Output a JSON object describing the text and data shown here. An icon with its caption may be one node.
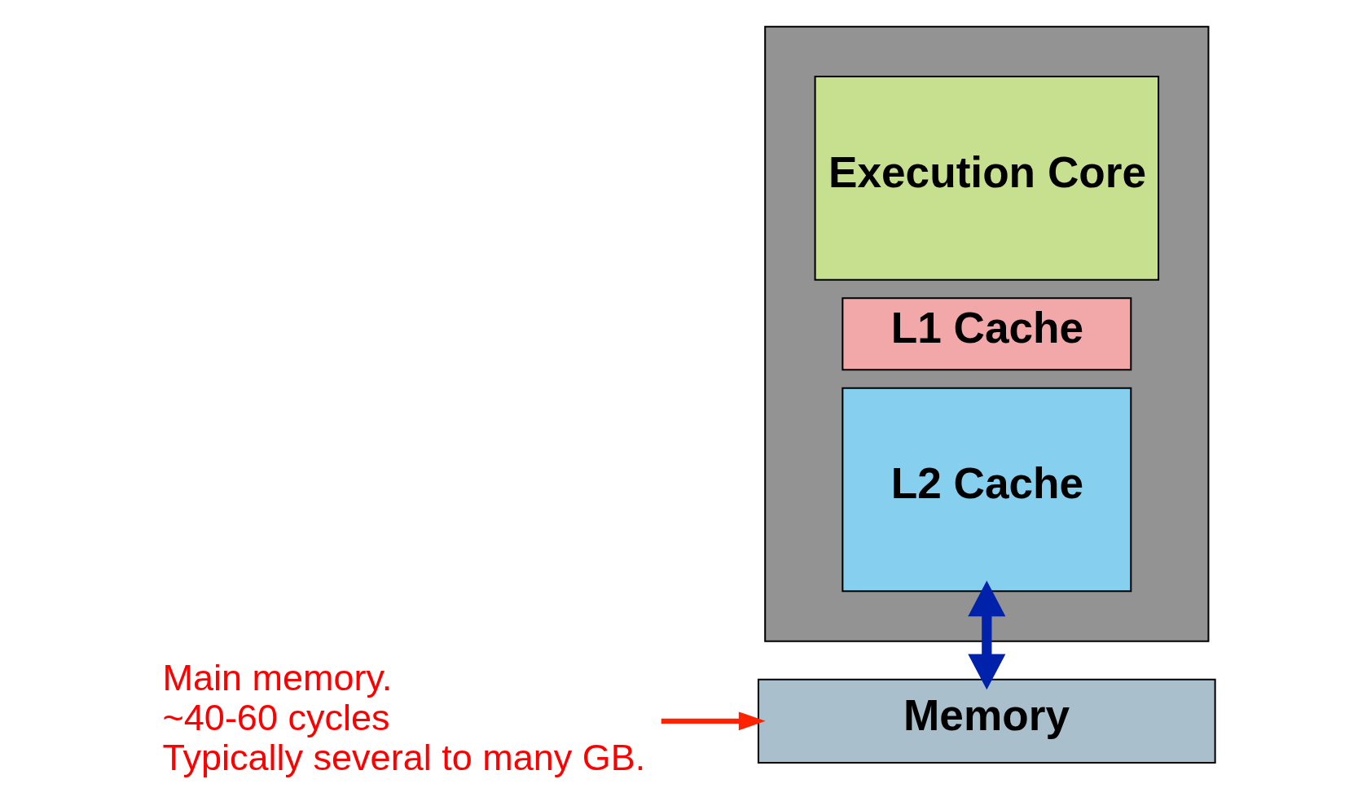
{
  "diagram": {
    "nodes": [
      {
        "text": [],
        "shape": "box"
      },
      {
        "text": [
          "Execution Core"
        ],
        "in": 0
      },
      {
        "text": [
          "L1 Cache"
        ],
        "in": 0
      },
      {
        "text": [
          "L2 Cache"
        ],
        "in": 0
      },
      {
        "text": [
          "Memory"
        ]
      },
      {
        "text": [
          "Main memory.",
          "~40-60 cycles",
          "Typically several to many GB."
        ]
      }
    ],
    "edges": [
      {
        "from": 3,
        "to": 4,
        "arrow": "both",
        "style": "thick",
        "color": "#0022aa"
      },
      {
        "from": 5,
        "to": 4,
        "arrow": "to",
        "color": "#ff2200"
      }
    ]
  }
}
